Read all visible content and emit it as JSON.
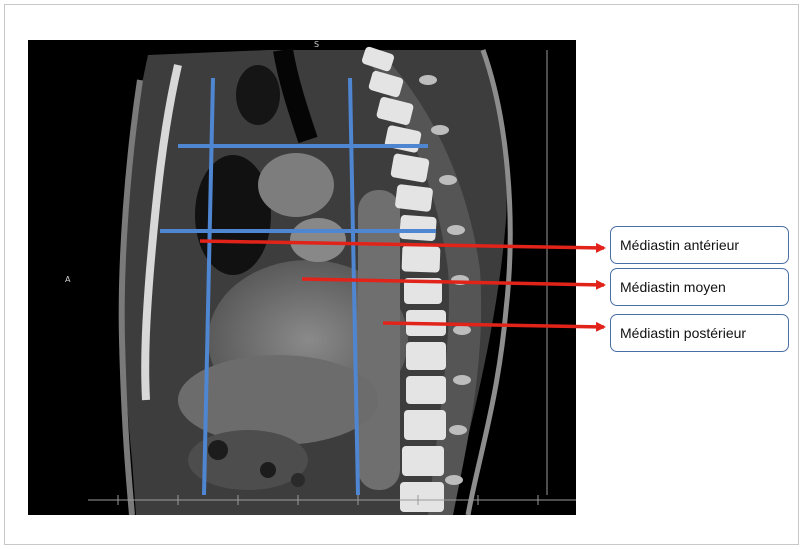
{
  "orientation": {
    "top": "S",
    "left": "A"
  },
  "labels": {
    "anterior": "Médiastin antérieur",
    "middle": "Médiastin moyen",
    "posterior": "Médiastin postérieur"
  },
  "colors": {
    "division_lines": "#4f86d1",
    "arrows": "#e2231a",
    "box_border": "#4a6fa5"
  }
}
